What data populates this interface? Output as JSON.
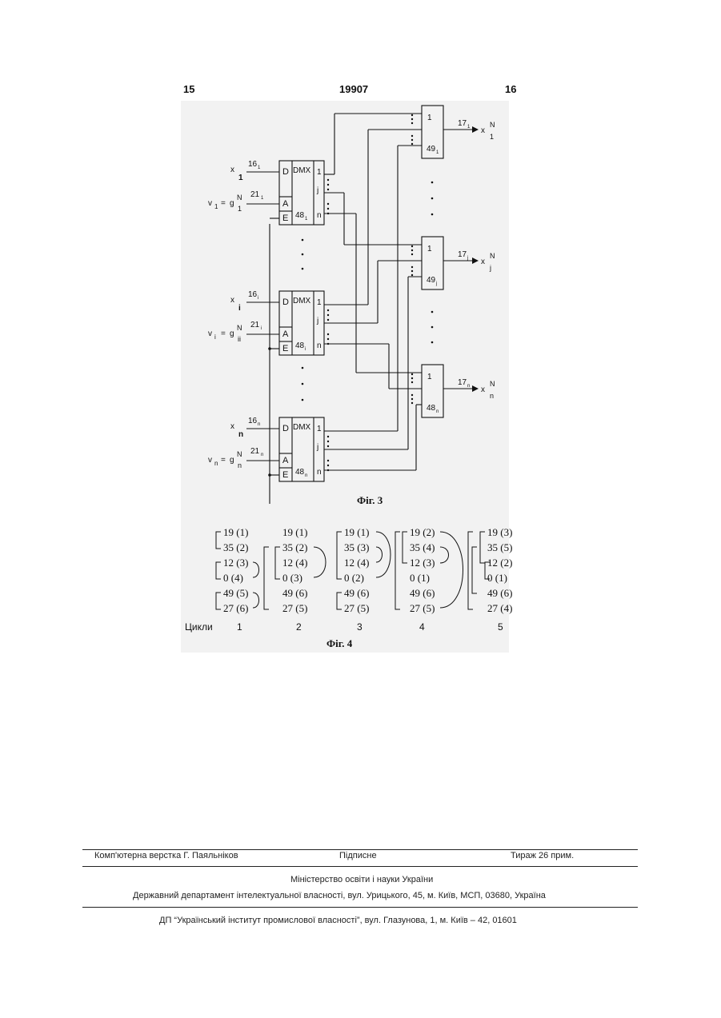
{
  "header": {
    "left_page": "15",
    "patent_no": "19907",
    "right_page": "16"
  },
  "fig3": {
    "caption": "Фіг. 3",
    "demux_label": "DMX",
    "or_label": "1",
    "pins": {
      "d": "D",
      "a": "A",
      "e": "E",
      "o1": "1",
      "oj": "j",
      "on": "n"
    },
    "rows": [
      {
        "x_main": "x",
        "x_sub": "1",
        "num16": "16",
        "sub16": "1",
        "v_main": "v",
        "v_sub": "1",
        "eq": "=",
        "g": "g",
        "g_sup": "N",
        "g_sub": "1",
        "num21": "21",
        "sub21": "1",
        "dmx_num": "48",
        "dmx_sub": "1"
      },
      {
        "x_main": "x",
        "x_sub": "i",
        "num16": "16",
        "sub16": "i",
        "v_main": "v",
        "v_sub": "i",
        "eq": "=",
        "g": "g",
        "g_sup": "N",
        "g_sub": "ii",
        "num21": "21",
        "sub21": "i",
        "dmx_num": "48",
        "dmx_sub": "i"
      },
      {
        "x_main": "x",
        "x_sub": "n",
        "num16": "16",
        "sub16": "n",
        "v_main": "v",
        "v_sub": "n",
        "eq": "=",
        "g": "g",
        "g_sup": "N",
        "g_sub": "n",
        "num21": "21",
        "sub21": "n",
        "dmx_num": "48",
        "dmx_sub": "n"
      }
    ],
    "outs": [
      {
        "or_num": "49",
        "or_sub": "1",
        "num17": "17",
        "sub17": "1",
        "x": "x",
        "x_sup": "N",
        "x_sub": "1"
      },
      {
        "or_num": "49",
        "or_sub": "j",
        "num17": "17",
        "sub17": "j",
        "x": "x",
        "x_sup": "N",
        "x_sub": "j"
      },
      {
        "or_num": "48",
        "or_sub": "n",
        "num17": "17",
        "sub17": "n",
        "x": "x",
        "x_sup": "N",
        "x_sub": "n"
      }
    ]
  },
  "fig4": {
    "caption": "Фіг. 4",
    "cycles_label": "Цикли",
    "cycle_numbers": [
      "1",
      "2",
      "3",
      "4",
      "5"
    ],
    "columns": [
      [
        "19 (1)",
        "35 (2)",
        "12 (3)",
        "0   (4)",
        "49 (5)",
        "27 (6)"
      ],
      [
        "19 (1)",
        "35 (2)",
        "12 (4)",
        "0   (3)",
        "49 (6)",
        "27 (5)"
      ],
      [
        "19 (1)",
        "35 (3)",
        "12 (4)",
        "0   (2)",
        "49 (6)",
        "27 (5)"
      ],
      [
        "19 (2)",
        "35 (4)",
        "12 (3)",
        "0   (1)",
        "49 (6)",
        "27 (5)"
      ],
      [
        "19 (3)",
        "35 (5)",
        "12 (2)",
        "0   (1)",
        "49 (6)",
        "27 (4)"
      ]
    ]
  },
  "footer": {
    "typesetter": "Комп'ютерна верстка Г. Паяльніков",
    "signed": "Підписне",
    "circulation": "Тираж 26 прим.",
    "ministry": "Міністерство освіти і науки України",
    "department": "Державний департамент інтелектуальної власності, вул. Урицького, 45, м. Київ, МСП, 03680, Україна",
    "institute": "ДП “Український інститут промислової власності”, вул. Глазунова, 1, м. Київ – 42, 01601"
  }
}
